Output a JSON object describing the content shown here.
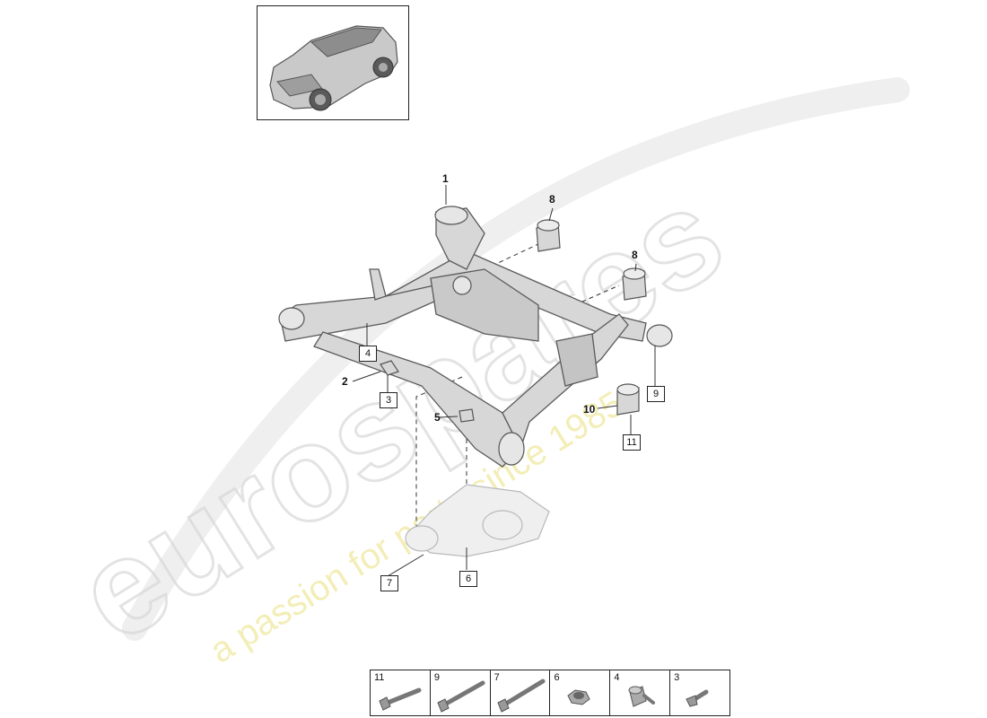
{
  "watermark": {
    "brand": "eurospares",
    "tagline": "a passion for parts since 1985"
  },
  "callouts": {
    "c1": "1",
    "c2": "2",
    "c5": "5",
    "c8a": "8",
    "c8b": "8",
    "c10": "10"
  },
  "boxes": {
    "b3": "3",
    "b4": "4",
    "b6": "6",
    "b7": "7",
    "b9": "9",
    "b11": "11"
  },
  "legend": [
    {
      "num": "11",
      "icon": "long-bolt-icon"
    },
    {
      "num": "9",
      "icon": "long-bolt-icon"
    },
    {
      "num": "7",
      "icon": "long-bolt-icon"
    },
    {
      "num": "6",
      "icon": "hex-nut-icon"
    },
    {
      "num": "4",
      "icon": "flange-screw-icon"
    },
    {
      "num": "3",
      "icon": "short-bolt-icon"
    }
  ]
}
